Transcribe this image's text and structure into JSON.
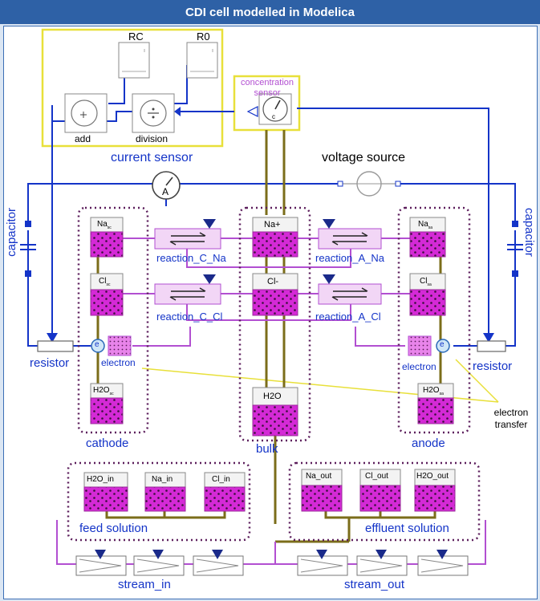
{
  "title": "CDI cell modelled in Modelica",
  "colors": {
    "header": "#2e61a6",
    "signal": "#1434c8",
    "fluid": "#b24fd1",
    "species_fill": "#d42ad6",
    "pipe": "#7b6d1a",
    "annotation": "#e8e03a",
    "dashed_border": "#5c1e5c"
  },
  "labels": {
    "rc": "RC",
    "r0": "R0",
    "add": "add",
    "division": "division",
    "concentration_sensor": "concentration sensor",
    "current_sensor": "current sensor",
    "voltage_source": "voltage source",
    "capacitor_left": "capacitor",
    "capacitor_right": "capacitor",
    "resistor_left": "resistor",
    "resistor_right": "resistor",
    "electron_left": "electron",
    "electron_right": "electron",
    "electron_transfer": "electron transfer",
    "cathode": "cathode",
    "bulk": "bulk",
    "anode": "anode",
    "feed_solution": "feed solution",
    "effluent_solution": "effluent solution",
    "stream_in": "stream_in",
    "stream_out": "stream_out",
    "reaction_c_na": "reaction_C_Na",
    "reaction_c_cl": "reaction_C_Cl",
    "reaction_a_na": "reaction_A_Na",
    "reaction_a_cl": "reaction_A_Cl",
    "sensor_c": "c",
    "ammeter_a": "A",
    "electron_node": "e"
  },
  "species": {
    "cathode_na": {
      "base": "Na",
      "sub": "sc"
    },
    "cathode_cl": {
      "base": "Cl",
      "sub": "sc"
    },
    "cathode_h2o": {
      "base": "H2O",
      "sub": "sc"
    },
    "bulk_na": {
      "base": "Na+",
      "sub": ""
    },
    "bulk_cl": {
      "base": "Cl-",
      "sub": ""
    },
    "bulk_h2o": {
      "base": "H2O",
      "sub": ""
    },
    "anode_na": {
      "base": "Na",
      "sub": "sa"
    },
    "anode_cl": {
      "base": "Cl",
      "sub": "sa"
    },
    "anode_h2o": {
      "base": "H2O",
      "sub": "sa"
    },
    "feed_h2o": {
      "base": "H2O_in",
      "sub": ""
    },
    "feed_na": {
      "base": "Na_in",
      "sub": ""
    },
    "feed_cl": {
      "base": "Cl_in",
      "sub": ""
    },
    "eff_na": {
      "base": "Na_out",
      "sub": ""
    },
    "eff_cl": {
      "base": "Cl_out",
      "sub": ""
    },
    "eff_h2o": {
      "base": "H2O_out",
      "sub": ""
    }
  }
}
